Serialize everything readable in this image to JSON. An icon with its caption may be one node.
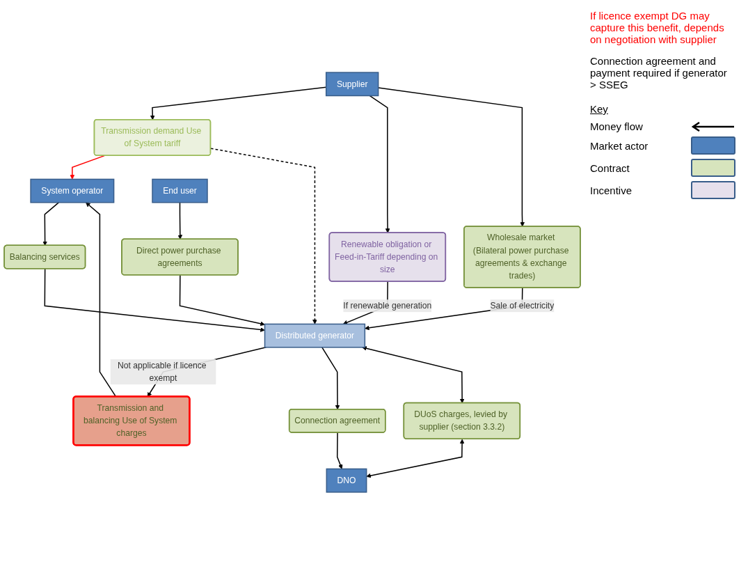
{
  "diagram": {
    "nodes": [
      {
        "text": [
          "System operator"
        ]
      },
      {
        "text": [
          "Transmission demand Use of System tariff"
        ]
      },
      {
        "text": [
          "Supplier"
        ]
      },
      {
        "text": [
          "Transmission and balancing Use of System charges"
        ]
      },
      {
        "text": [
          "Balancing services"
        ]
      },
      {
        "text": [
          "Renewable obligation or Feed-in-Tariff depending on size"
        ]
      },
      {
        "text": [
          "Distributed generator"
        ]
      },
      {
        "text": [
          "Wholesale market (Bilateral power purchase agreements & exchange trades)"
        ]
      },
      {
        "text": [
          "Connection agreement"
        ]
      },
      {
        "text": [
          "DUoS charges, levied by supplier (section 3.3.2)"
        ]
      },
      {
        "text": [
          "Direct power purchase agreements"
        ]
      },
      {
        "text": [
          "End user"
        ]
      },
      {
        "text": [
          "DNO"
        ]
      }
    ],
    "edges": [
      {
        "from": 1,
        "to": 0,
        "arrow": "to",
        "color": "#ff0000"
      },
      {
        "from": 1,
        "to": 6,
        "arrow": "to",
        "style": "dashed"
      },
      {
        "from": 2,
        "to": 1,
        "arrow": "to"
      },
      {
        "from": 2,
        "to": 5,
        "arrow": "to"
      },
      {
        "from": 2,
        "to": 7,
        "arrow": "to"
      },
      {
        "from": 0,
        "to": 4,
        "arrow": "to"
      },
      {
        "from": 3,
        "to": 0,
        "arrow": "to"
      },
      {
        "from": 6,
        "to": 3,
        "arrow": "to",
        "label": "Not applicable if licence exempt"
      },
      {
        "from": 4,
        "to": 6,
        "arrow": "to"
      },
      {
        "from": 5,
        "to": 6,
        "arrow": "to",
        "label": "If renewable generation"
      },
      {
        "from": 7,
        "to": 6,
        "arrow": "to",
        "label": "Sale of electricity"
      },
      {
        "from": 10,
        "to": 6,
        "arrow": "to"
      },
      {
        "from": 11,
        "to": 10,
        "arrow": "to"
      },
      {
        "from": 6,
        "to": 8,
        "arrow": "to"
      },
      {
        "from": 8,
        "to": 12,
        "arrow": "to"
      },
      {
        "from": 6,
        "to": 9,
        "arrow": "both"
      },
      {
        "from": 9,
        "to": 12,
        "arrow": "both"
      }
    ],
    "labels": [
      "If licence exempt DG may capture this benefit, depends on negotiation with supplier",
      "Connection agreement and payment required if generator > SSEG",
      "Key"
    ],
    "legend": [
      {
        "text": "Money flow"
      },
      {
        "text": "Market actor",
        "color": "#4f81bd"
      },
      {
        "text": "Contract",
        "color": "#d7e4bd"
      },
      {
        "text": "Incentive",
        "color": "#e6e0ec"
      }
    ]
  }
}
